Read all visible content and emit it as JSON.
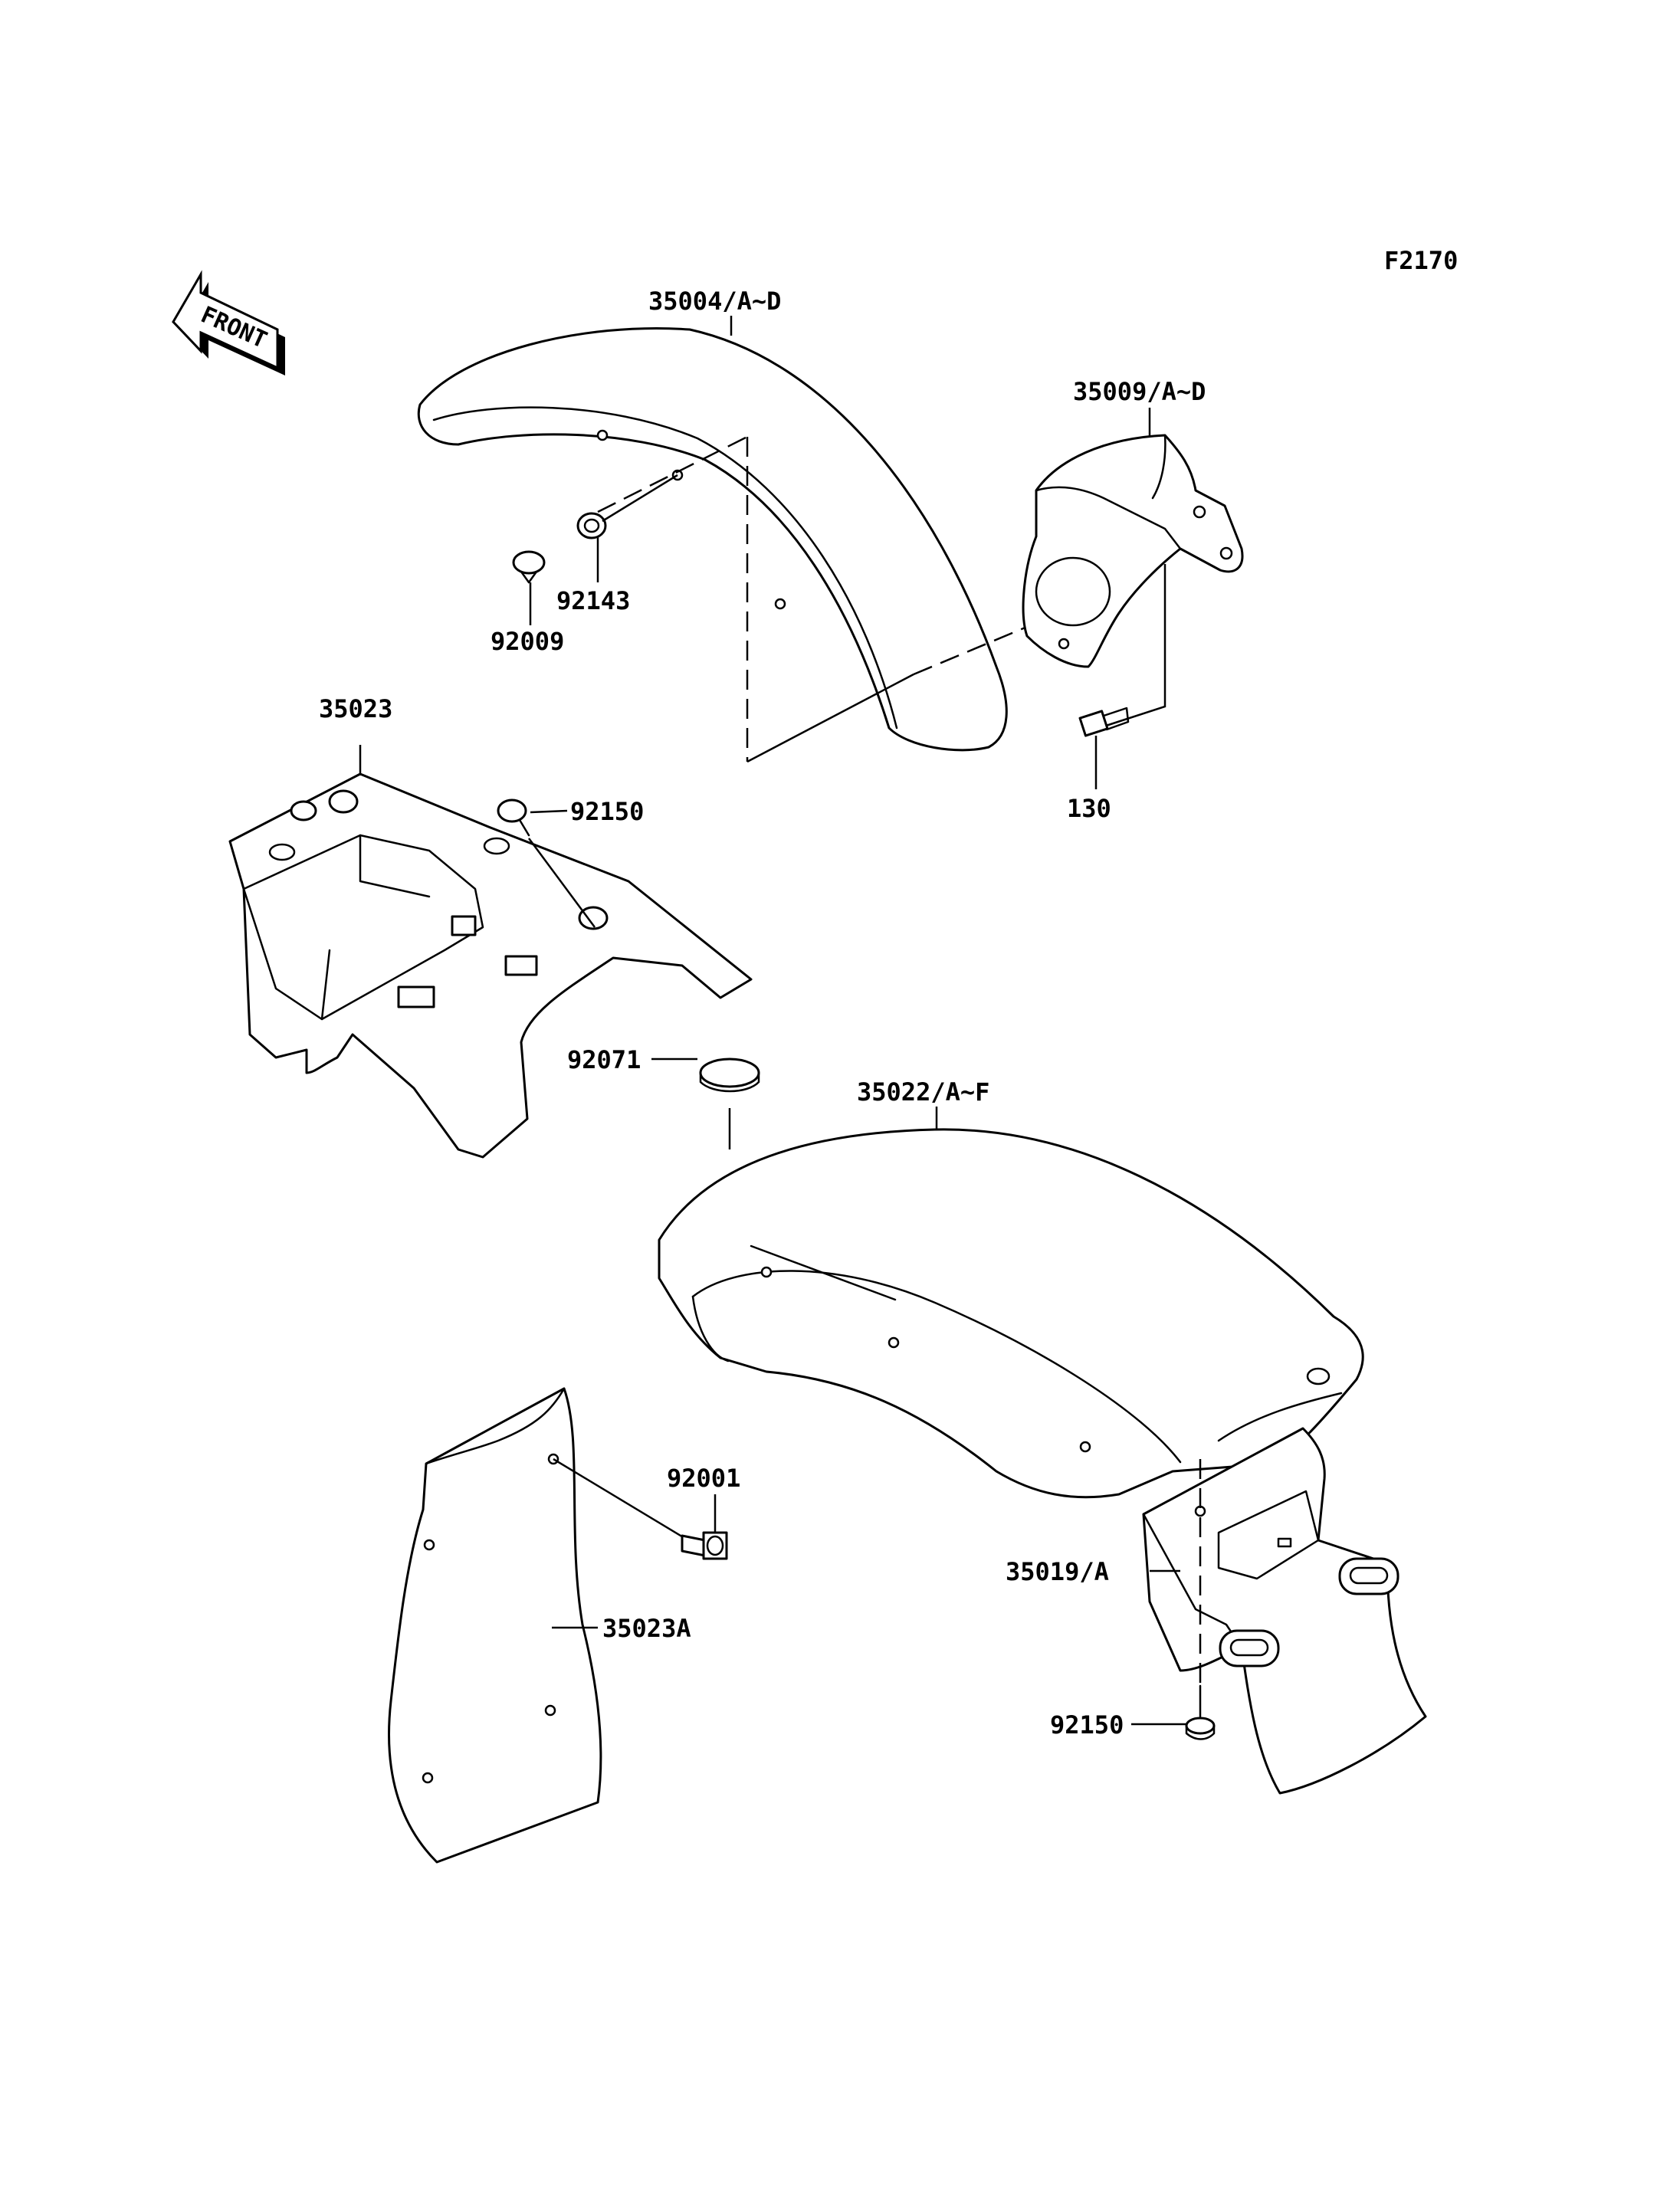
{
  "figure_id": "F2170",
  "front_arrow": {
    "text": "FRONT"
  },
  "callouts": {
    "front_fender": "35004/A~D",
    "fender_bracket": "35009/A~D",
    "washer": "92143",
    "screw_front": "92009",
    "bolt_130": "130",
    "battery_case": "35023",
    "screw_case": "92150",
    "damper": "92071",
    "rear_fender": "35022/A~F",
    "inner_flap": "35023A",
    "bolt_rear": "92001",
    "plate_bracket": "35019/A",
    "screw_plate": "92150"
  }
}
